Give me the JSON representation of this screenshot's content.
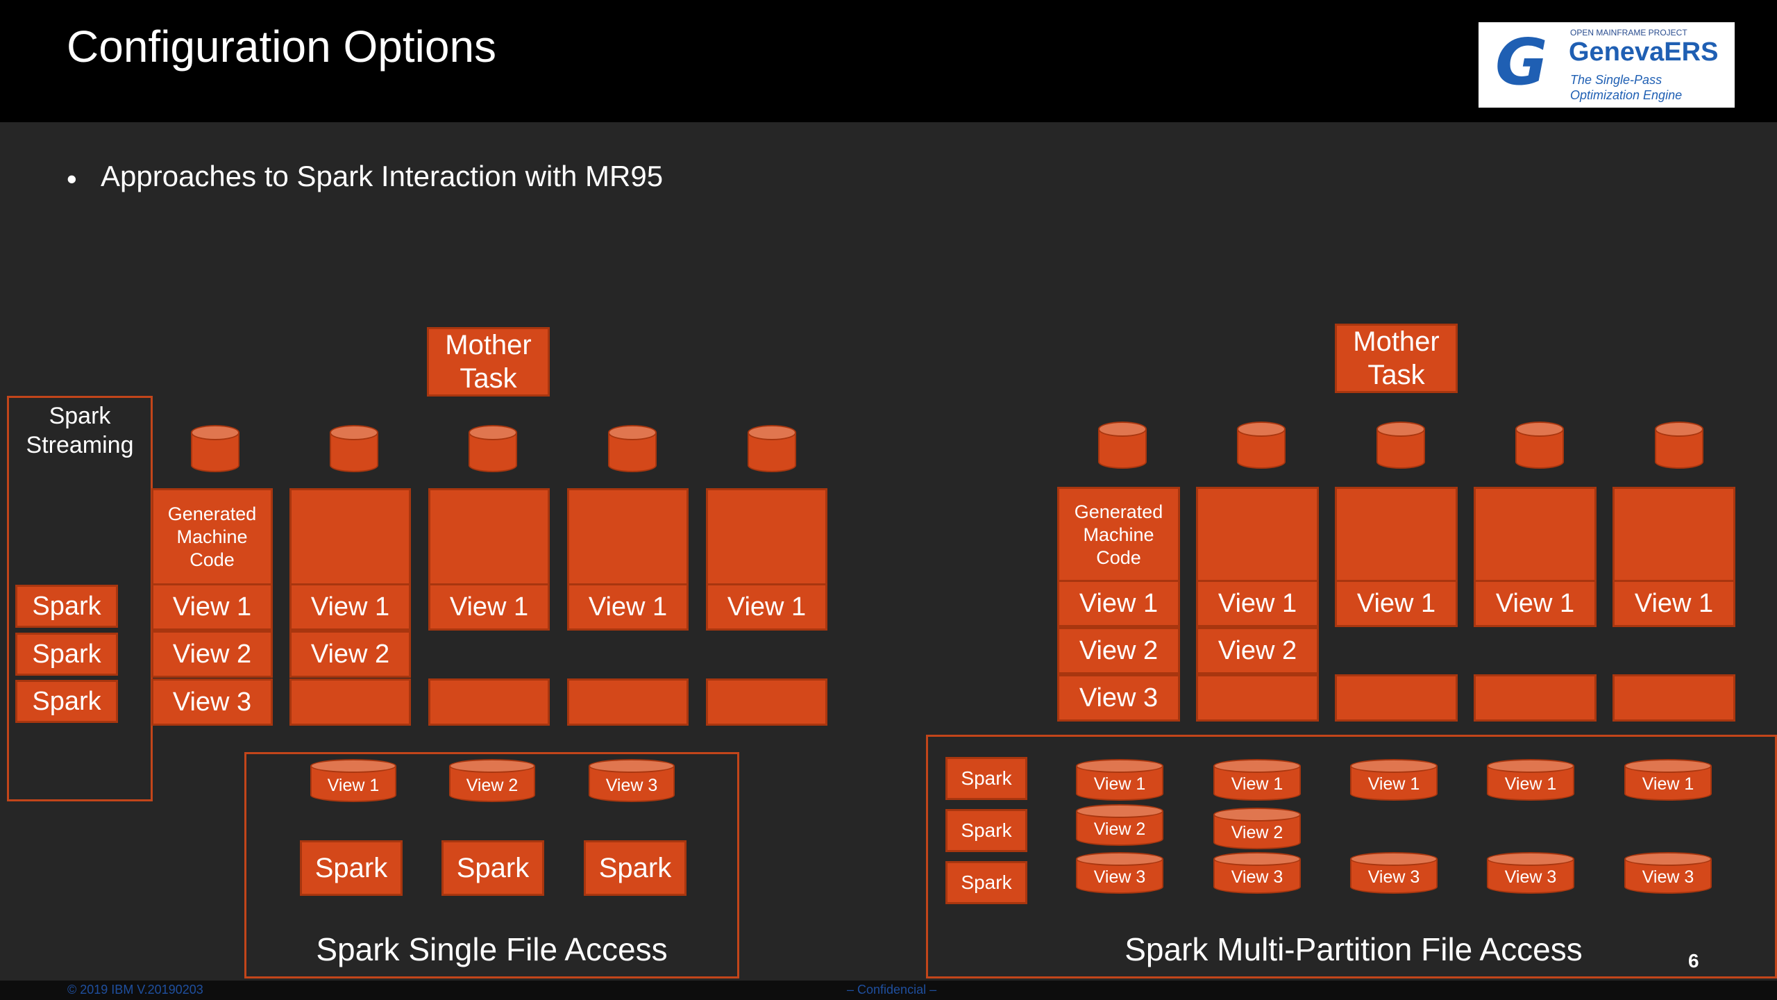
{
  "header": {
    "title": "Configuration Options",
    "logo": {
      "top_text": "OPEN MAINFRAME PROJECT",
      "name": "GenevaERS",
      "tagline": "The Single-Pass Optimization Engine"
    }
  },
  "bullet": "Approaches to Spark Interaction with MR95",
  "left_diagram": {
    "mother_task": "Mother Task",
    "streaming_label": "Spark Streaming",
    "streaming_sparks": [
      "Spark",
      "Spark",
      "Spark"
    ],
    "gen_code": "Generated Machine Code",
    "col1_views": [
      "View 1",
      "View 2",
      "View 3"
    ],
    "col2_views": [
      "View 1",
      "View 2"
    ],
    "col3_view": "View 1",
    "col4_view": "View 1",
    "col5_view": "View 1",
    "files": [
      "View 1",
      "View 2",
      "View 3"
    ],
    "sparks": [
      "Spark",
      "Spark",
      "Spark"
    ],
    "caption": "Spark Single File Access"
  },
  "right_diagram": {
    "mother_task": "Mother Task",
    "gen_code": "Generated Machine Code",
    "col1_views": [
      "View 1",
      "View 2",
      "View 3"
    ],
    "col2_views": [
      "View 1",
      "View 2"
    ],
    "col3_view": "View 1",
    "col4_view": "View 1",
    "col5_view": "View 1",
    "sparks": [
      "Spark",
      "Spark",
      "Spark"
    ],
    "col1_files": [
      "View 1",
      "View 2",
      "View 3"
    ],
    "col2_files": [
      "View 1",
      "View 2",
      "View 3"
    ],
    "col3_files": [
      "View 1",
      "View 3"
    ],
    "col4_files": [
      "View 1",
      "View 3"
    ],
    "col5_files": [
      "View 1",
      "View 3"
    ],
    "caption": "Spark Multi-Partition File Access"
  },
  "footer": {
    "copyright": "© 2019 IBM V.20190203",
    "confidential": "– Confidencial –",
    "page": "6"
  },
  "colors": {
    "accent": "#d4481a",
    "border": "#a8360f",
    "background": "#262626"
  }
}
